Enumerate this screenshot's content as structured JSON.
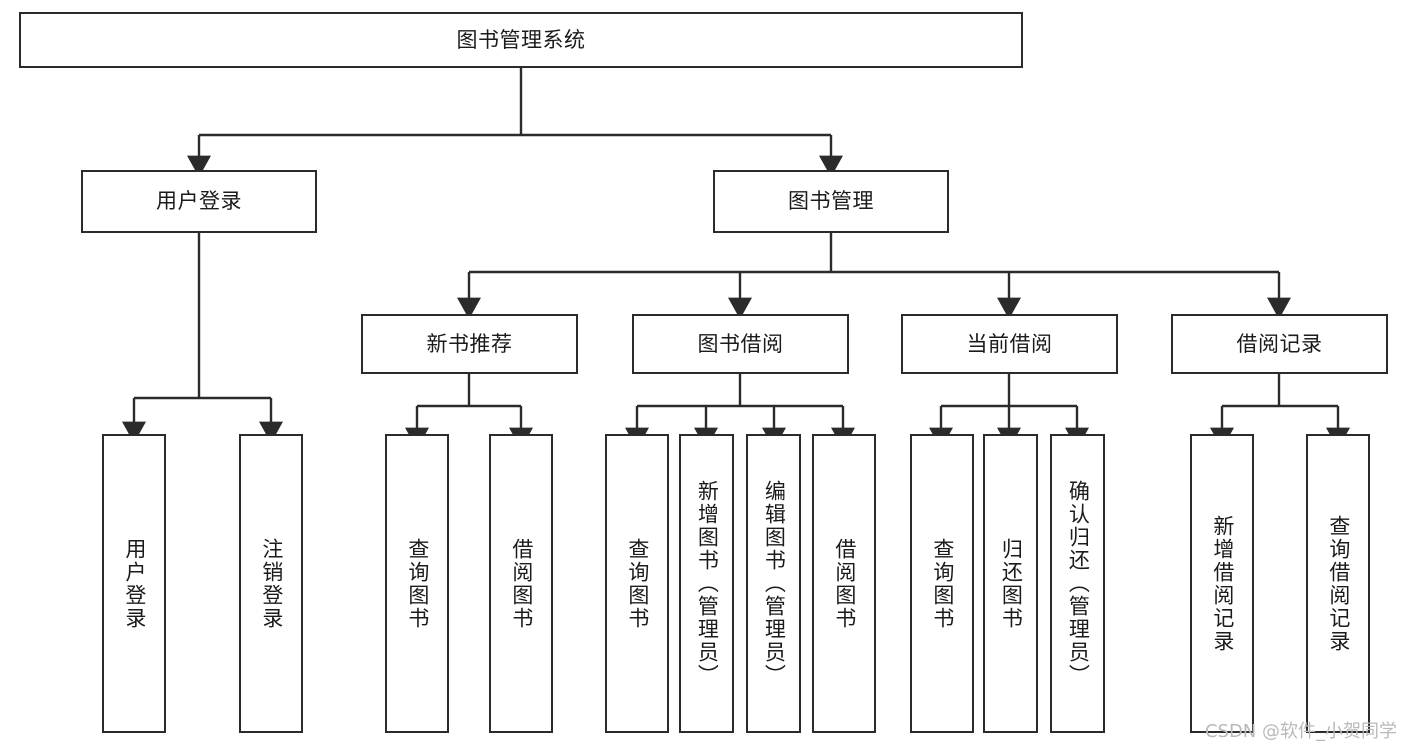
{
  "diagram": {
    "title": "图书管理系统",
    "type": "function-structure-tree",
    "background": "#ffffff",
    "line_color": "#2b2b2b",
    "text_color": "#1b1b1b",
    "watermark": "CSDN @软件_小贺同学"
  },
  "nodes": {
    "root": {
      "label": "图书管理系统"
    },
    "level1": [
      {
        "id": "user-login",
        "label": "用户登录"
      },
      {
        "id": "book-manage",
        "label": "图书管理"
      }
    ],
    "level2": [
      {
        "id": "new-book-recommend",
        "label": "新书推荐"
      },
      {
        "id": "book-borrow",
        "label": "图书借阅"
      },
      {
        "id": "current-borrow",
        "label": "当前借阅"
      },
      {
        "id": "borrow-record",
        "label": "借阅记录"
      }
    ],
    "leaves": {
      "user_login": [
        {
          "id": "leaf-user-login",
          "label": "用户登录"
        },
        {
          "id": "leaf-logout-login",
          "label": "注销登录"
        }
      ],
      "new_book_recommend": [
        {
          "id": "leaf-query-book-1",
          "label": "查询图书"
        },
        {
          "id": "leaf-borrow-book-1",
          "label": "借阅图书"
        }
      ],
      "book_borrow": [
        {
          "id": "leaf-query-book-2",
          "label": "查询图书"
        },
        {
          "id": "leaf-add-book",
          "label": "新增图书（管理员）"
        },
        {
          "id": "leaf-edit-book",
          "label": "编辑图书（管理员）"
        },
        {
          "id": "leaf-borrow-book-2",
          "label": "借阅图书"
        }
      ],
      "current_borrow": [
        {
          "id": "leaf-query-book-3",
          "label": "查询图书"
        },
        {
          "id": "leaf-return-book",
          "label": "归还图书"
        },
        {
          "id": "leaf-confirm-return",
          "label": "确认归还（管理员）"
        }
      ],
      "borrow_record": [
        {
          "id": "leaf-add-record",
          "label": "新增借阅记录"
        },
        {
          "id": "leaf-query-record",
          "label": "查询借阅记录"
        }
      ]
    }
  }
}
